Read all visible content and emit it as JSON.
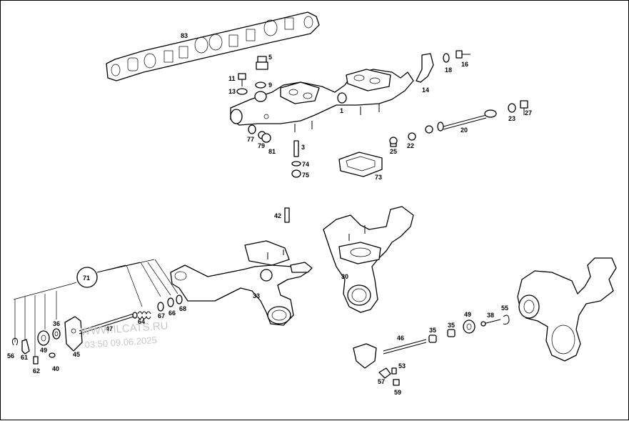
{
  "watermark": {
    "site": "WWW.ILCATS.RU",
    "timestamp": "03:50 09.06.2025"
  },
  "labels": {
    "p83": "83",
    "p5": "5",
    "p11": "11",
    "p9": "9",
    "p13": "13",
    "p1": "1",
    "p14": "14",
    "p18": "18",
    "p16": "16",
    "p77": "77",
    "p79": "79",
    "p81": "81",
    "p3": "3",
    "p74": "74",
    "p75": "75",
    "p73": "73",
    "p23": "23",
    "p27": "27",
    "p20": "20",
    "p25": "25",
    "p22": "22",
    "p42": "42",
    "p71": "71",
    "p30": "30",
    "p33": "33",
    "p64": "64",
    "p67": "67",
    "p66": "66",
    "p68": "68",
    "p36": "36",
    "p47": "47",
    "p56": "56",
    "p61": "61",
    "p49a": "49",
    "p45": "45",
    "p62": "62",
    "p40": "40",
    "p55": "55",
    "p49b": "49",
    "p38": "38",
    "p35a": "35",
    "p35b": "35",
    "p46": "46",
    "p53": "53",
    "p57": "57",
    "p59": "59"
  }
}
